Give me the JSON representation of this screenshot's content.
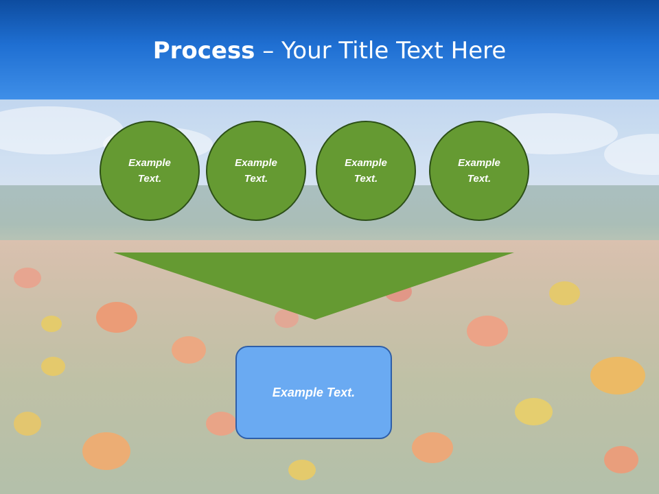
{
  "title": {
    "bold": "Process",
    "rest": " – Your Title Text Here"
  },
  "circles": [
    {
      "text": "Example Text."
    },
    {
      "text": "Example Text."
    },
    {
      "text": "Example Text."
    },
    {
      "text": "Example Text."
    }
  ],
  "result": {
    "text": "Example Text."
  },
  "colors": {
    "title_bar": "#1f6fd2",
    "circle_fill": "#659a32",
    "funnel_fill": "#659a32",
    "result_fill": "#6aaaf2"
  }
}
